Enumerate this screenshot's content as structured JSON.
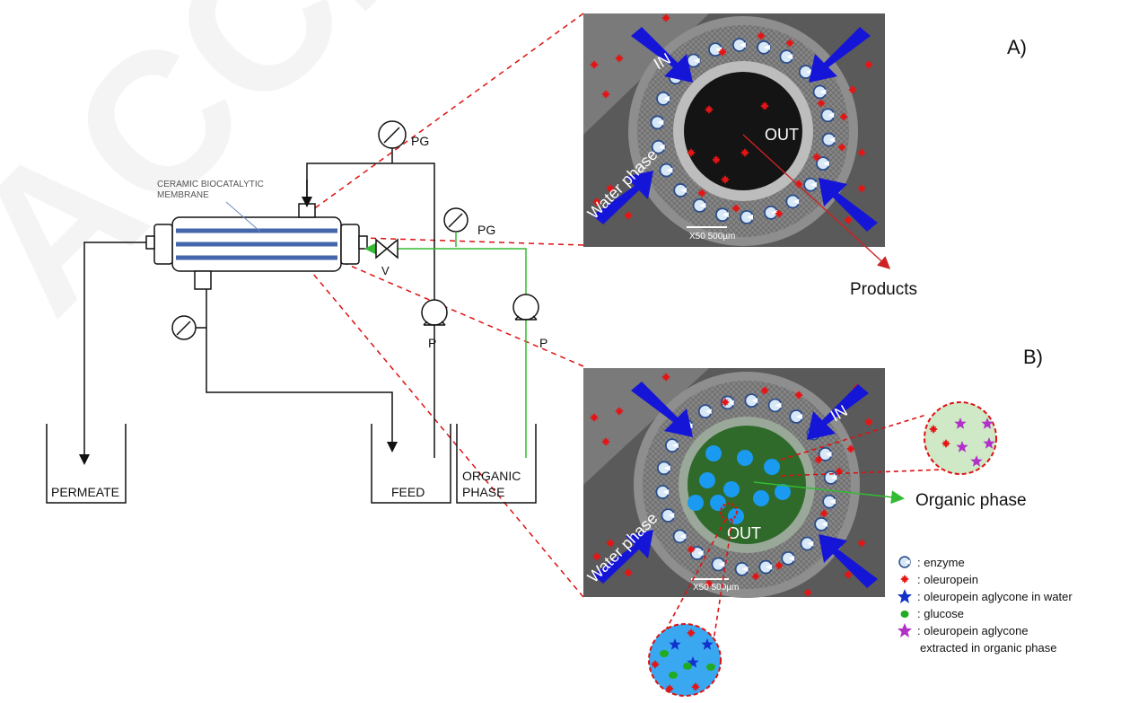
{
  "watermark": "ACCEPTED MANUSCRIPT",
  "panels": {
    "a": {
      "letter": "A)",
      "in": "IN",
      "out": "OUT",
      "water": "Water phase",
      "scale": "X50  500µm",
      "products": "Products"
    },
    "b": {
      "letter": "B)",
      "in": "IN",
      "out": "OUT",
      "water": "Water phase",
      "scale": "X50  500µm",
      "organic": "Organic phase"
    }
  },
  "schematic": {
    "membrane_l1": "CERAMIC BIOCATALYTIC",
    "membrane_l2": "MEMBRANE",
    "pg_top": "PG",
    "pg_right": "PG",
    "valve": "V",
    "pump1": "P",
    "pump2": "P",
    "permeate": "PERMEATE",
    "feed": "FEED",
    "organic_l1": "ORGANIC",
    "organic_l2": "PHASE"
  },
  "legend": [
    {
      "symbol": "enzyme-icon",
      "text": ": enzyme"
    },
    {
      "symbol": "oleuropein-icon",
      "text": ": oleuropein"
    },
    {
      "symbol": "blue-star-icon",
      "text": ": oleuropein aglycone in water"
    },
    {
      "symbol": "green-dot-icon",
      "text": ": glucose"
    },
    {
      "symbol": "magenta-star-icon",
      "text": ": oleuropein aglycone"
    },
    {
      "symbol": "",
      "text": "extracted in organic phase"
    }
  ],
  "colors": {
    "fiber_bg": "#6a6a6a",
    "ring": "#9a9a9a",
    "lumen_a": "#111111",
    "lumen_b": "#2f6a2a",
    "arrow_blue": "#1515d8",
    "red_dash": "#dd1111",
    "green_line": "#33bb33",
    "membrane_line": "#4466aa",
    "droplet": "#1a9af0",
    "organic_bubble": "#cfe8c6",
    "water_bubble": "#3aa8f0"
  }
}
